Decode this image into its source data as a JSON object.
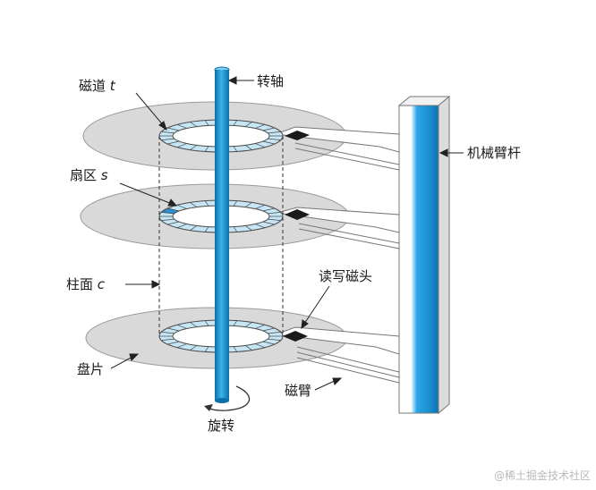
{
  "diagram": {
    "labels": {
      "track": "磁道",
      "track_var": "t",
      "spindle": "转轴",
      "sector": "扇区",
      "sector_var": "s",
      "cylinder": "柱面",
      "cylinder_var": "c",
      "arm_assembly": "机械臂杆",
      "read_write_head": "读写磁头",
      "platter": "盘片",
      "arm": "磁臂",
      "rotation": "旋转"
    },
    "watermark": "@稀土掘金技术社区",
    "colors": {
      "platter": "#d9d9d9",
      "platter_edge": "#9a9a9a",
      "track_ring": "#c6e5f5",
      "sector_highlight": "#2a8fd6",
      "spindle": "#1e9ad6",
      "head": "#1a1a1a"
    }
  }
}
